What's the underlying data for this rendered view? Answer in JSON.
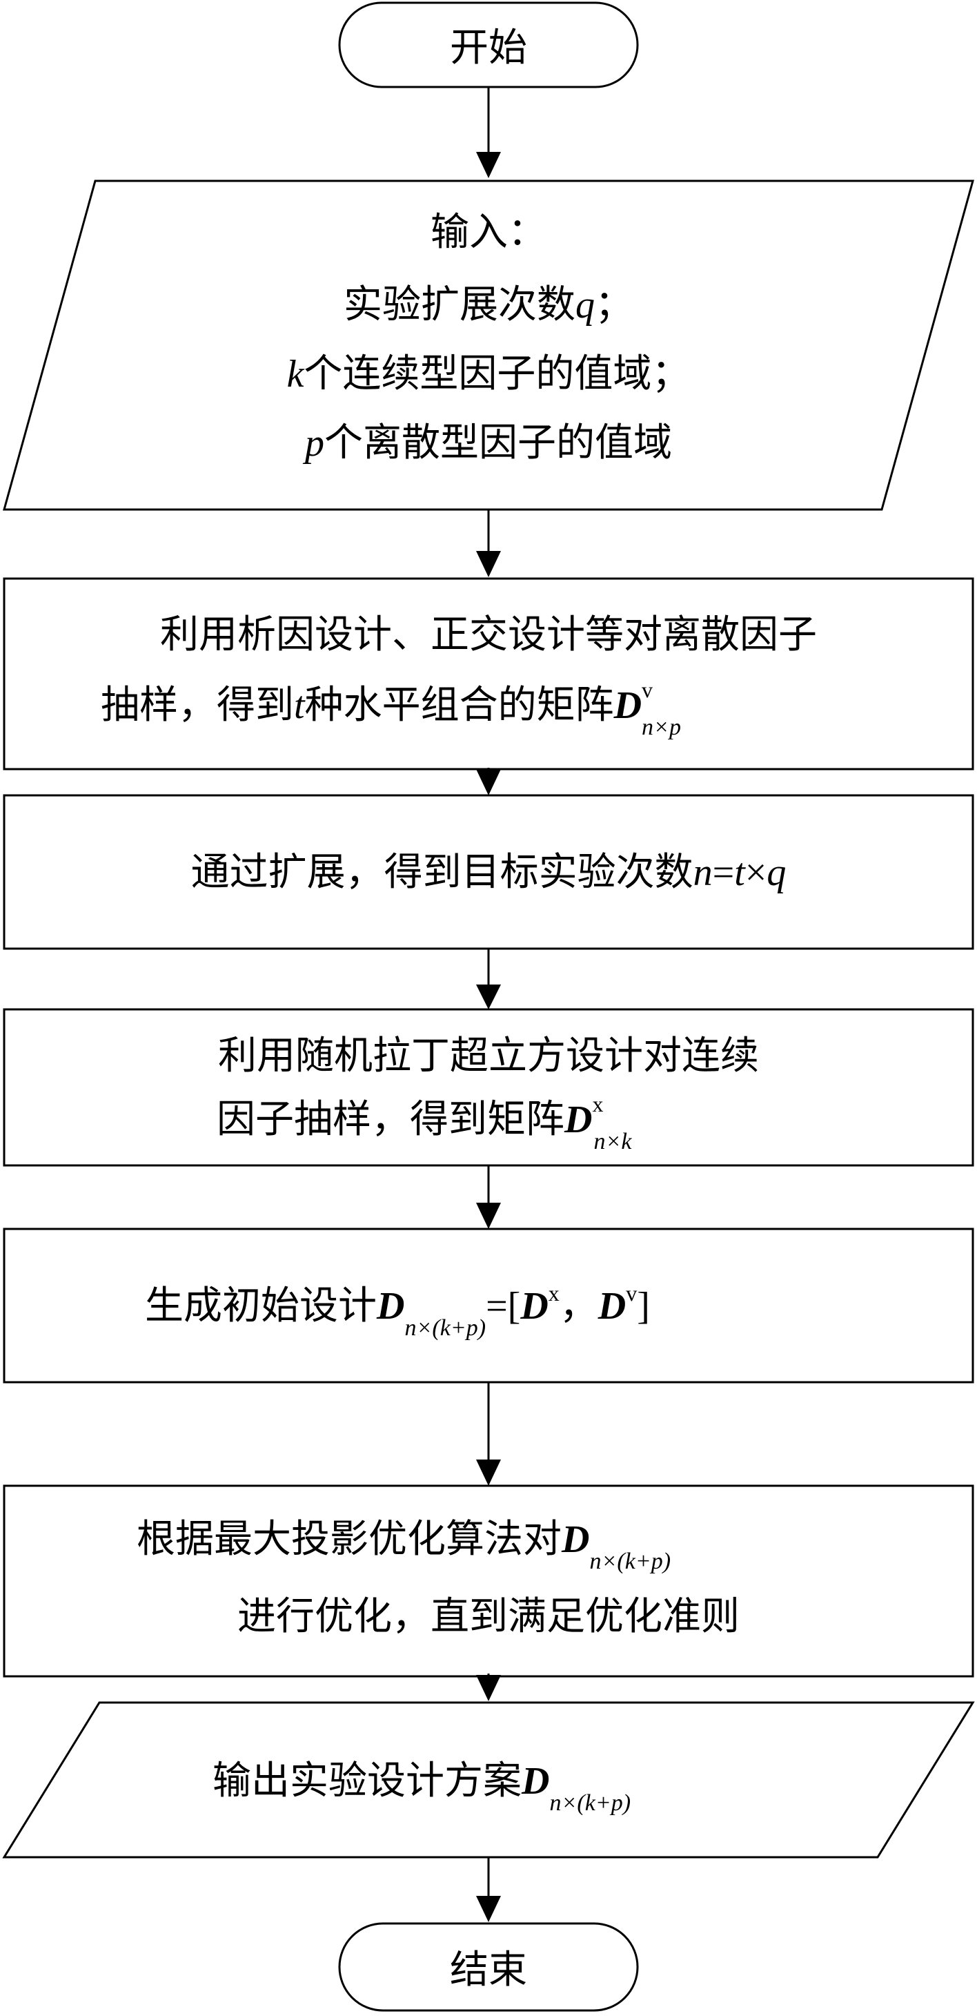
{
  "nodes": {
    "start": {
      "label": "开始"
    },
    "input": {
      "line1": "输入：",
      "line2_text": "实验扩展次数",
      "line2_var": "q",
      "line2_end": "；",
      "line3_var": "k",
      "line3_text": "个连续型因子的值域；",
      "line4_var": "p",
      "line4_text": "个离散型因子的值域"
    },
    "step1": {
      "line1": "利用析因设计、正交设计等对离散因子",
      "line2_a": "抽样，得到",
      "line2_var": "t",
      "line2_b": "种水平组合的矩阵",
      "matrix": "D",
      "sup": "v",
      "sub": "n×p"
    },
    "step2": {
      "text": "通过扩展，得到目标实验次数",
      "expr_n": "n",
      "expr_eq": "=",
      "expr_t": "t",
      "expr_times": "×",
      "expr_q": "q"
    },
    "step3": {
      "line1": "利用随机拉丁超立方设计对连续",
      "line2": "因子抽样，得到矩阵",
      "matrix": "D",
      "sup": "x",
      "sub": "n×k"
    },
    "step4": {
      "text": "生成初始设计",
      "matrix": "D",
      "sub": "n×(k+p)",
      "eq": "=[",
      "m1": "D",
      "sup1": "x",
      "comma": "，",
      "m2": "D",
      "sup2": "v",
      "close": "]"
    },
    "step5": {
      "line1": "根据最大投影优化算法对",
      "matrix": "D",
      "sub": "n×(k+p)",
      "line2": "进行优化，直到满足优化准则"
    },
    "output": {
      "text": "输出实验设计方案",
      "matrix": "D",
      "sub": "n×(k+p)"
    },
    "end": {
      "label": "结束"
    }
  }
}
